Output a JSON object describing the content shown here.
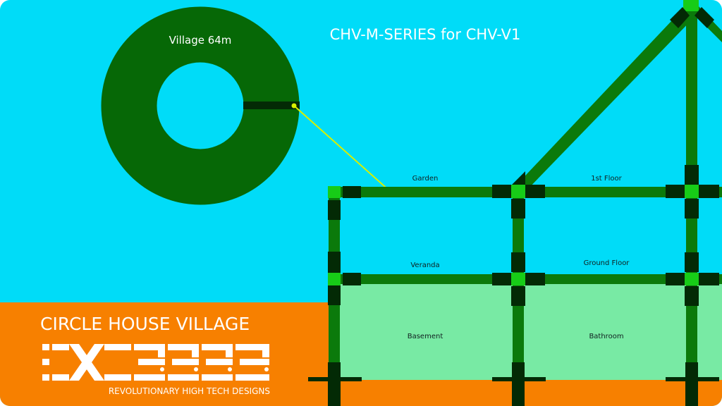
{
  "header": {
    "title": "CHV-M-SERIES for CHV-V1"
  },
  "ring": {
    "label": "Village 64m"
  },
  "rooms": {
    "garden": "Garden",
    "first_floor": "1st Floor",
    "veranda": "Veranda",
    "ground_floor": "Ground Floor",
    "basement": "Basement",
    "bathroom": "Bathroom"
  },
  "brand": {
    "title": "CIRCLE HOUSE VILLAGE",
    "tagline": "REVOLUTIONARY HIGH TECH DESIGNS"
  },
  "colors": {
    "sky": "#00dcf8",
    "ground": "#f78000",
    "basement_fill": "#78eaa4",
    "beam": "#0b7a0b",
    "ring": "#066806",
    "joint_dark": "#032a05",
    "joint_light": "#17cc17",
    "pointer": "#d8f000"
  }
}
